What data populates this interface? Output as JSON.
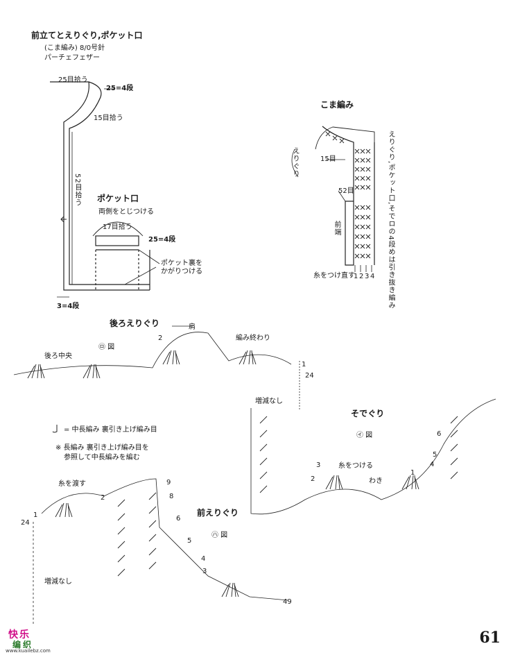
{
  "top_left": {
    "title": "前立てとえりぐり,ポケット口",
    "subtitle": "(こま編み) 8/0号針",
    "yarn": "パーチェフェザー",
    "pickup_25": "25目拾う",
    "rows_25": "25=4段",
    "pickup_15": "15目拾う",
    "pickup_52": "52目拾う",
    "pocket_title": "ポケット口",
    "pocket_join": "両側をとじつける",
    "pocket_17": "17目拾う",
    "pocket_rows": "25=4段",
    "pocket_lining": "ポケット裏を",
    "pocket_lining2": "かがりつける",
    "bottom_rows": "3=4段"
  },
  "top_right": {
    "title": "こま編み",
    "label_eri": "えりぐり",
    "label_15": "15目",
    "label_52": "52目",
    "label_mae": "前端",
    "note": "えりぐり,ポケット口,そでロの4段めは引き抜き編み",
    "reattach": "糸をつけ直す",
    "row_nums": [
      "1",
      "2",
      "3",
      "4"
    ]
  },
  "middle": {
    "back_title": "後ろえりぐり",
    "shoulder": "肩",
    "fig_ro": "㋺ 図",
    "center_back": "後ろ中央",
    "end": "編み終わり",
    "row_24": "24",
    "row_1": "1",
    "row_2": "2"
  },
  "legend": {
    "line1": "= 中長編み 裏引き上げ編み目",
    "line2": "※ 長編み 裏引き上げ編み目を",
    "line3": "参照して中長編みを編む"
  },
  "sleeve": {
    "no_change": "増減なし",
    "title": "そでぐり",
    "fig_i": "㋑ 図",
    "attach": "糸をつける",
    "side": "わき",
    "rows": [
      "6",
      "5",
      "4",
      "3",
      "2",
      "1"
    ]
  },
  "front": {
    "pass_yarn": "糸を渡す",
    "title": "前えりぐり",
    "fig_ha": "㋩ 図",
    "no_change": "増減なし",
    "rows": [
      "9",
      "8",
      "6",
      "5",
      "4",
      "3",
      "24",
      "49",
      "1",
      "2"
    ]
  },
  "page_number": "61",
  "logo": {
    "top": "快乐",
    "mid": "编织",
    "url": "www.kuailebz.com"
  }
}
